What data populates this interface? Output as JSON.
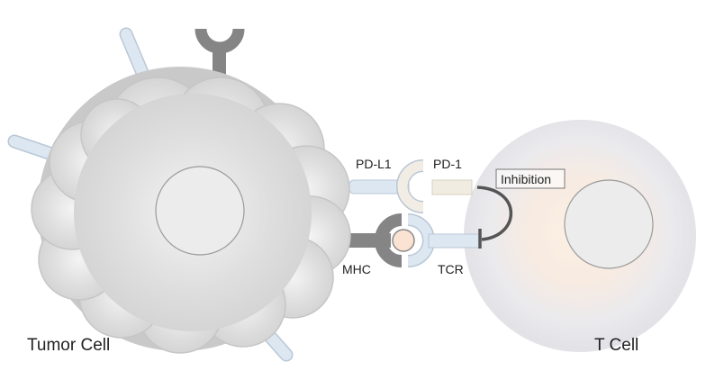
{
  "labels": {
    "pd_l1": "PD-L1",
    "pd_1": "PD-1",
    "inhibition": "Inhibition",
    "mhc": "MHC",
    "tcr": "TCR",
    "tumor_cell": "Tumor Cell",
    "t_cell": "T Cell"
  },
  "colors": {
    "tumor_membrane": "#d6d6d6",
    "tumor_outline": "#c4c4c4",
    "nucleus_fill": "#ececec",
    "nucleus_outline": "#9a9a9a",
    "light_blue_receptor": "#dde7f1",
    "receptor_outline": "#b9c7d6",
    "dark_gray_receptor": "#858585",
    "pd1_beige": "#f0ece1",
    "antigen_peach": "#fbe3d3",
    "t_cell_glow": "#fdf0e3",
    "t_cell_membrane": "#e4e4e8",
    "inhibition_arrow": "#555555"
  },
  "icons": {
    "antibody": "y-shaped-antibody-icon",
    "antigen": "antigen-peptide-icon",
    "inhibition": "inhibition-arrow-icon"
  }
}
